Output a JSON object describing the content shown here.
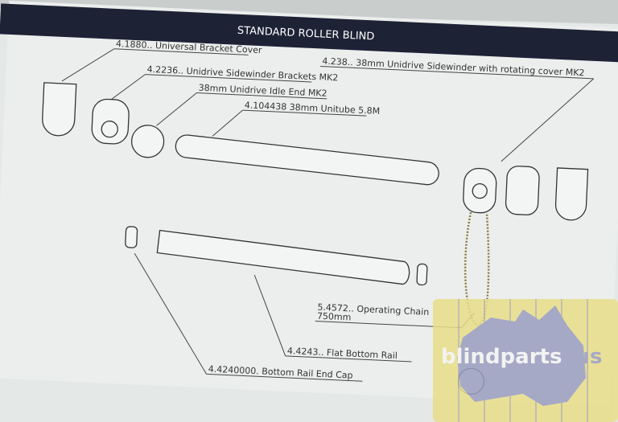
{
  "header": {
    "title": "STANDARD ROLLER BLIND"
  },
  "labels": {
    "bracket_cover": "4.1880.. Universal Bracket Cover",
    "sidewinder": "4.238.. 38mm Unidrive Sidewinder with rotating cover MK2",
    "brackets": "4.2236.. Unidrive Sidewinder Brackets MK2",
    "idle_end": "38mm Unidrive Idle End MK2",
    "unitube": "4.104438 38mm Unitube 5.8M",
    "chain_line1": "5.4572.. Operating Chain",
    "chain_line2": "750mm",
    "bottom_rail": "4.4243.. Flat Bottom Rail",
    "end_cap": "4.4240000. Bottom Rail End Cap"
  },
  "watermark": {
    "text_part1": "blindparts",
    "text_part2": "aus",
    "bg_color": "#e9de8a",
    "map_color": "#9a9dc0"
  }
}
